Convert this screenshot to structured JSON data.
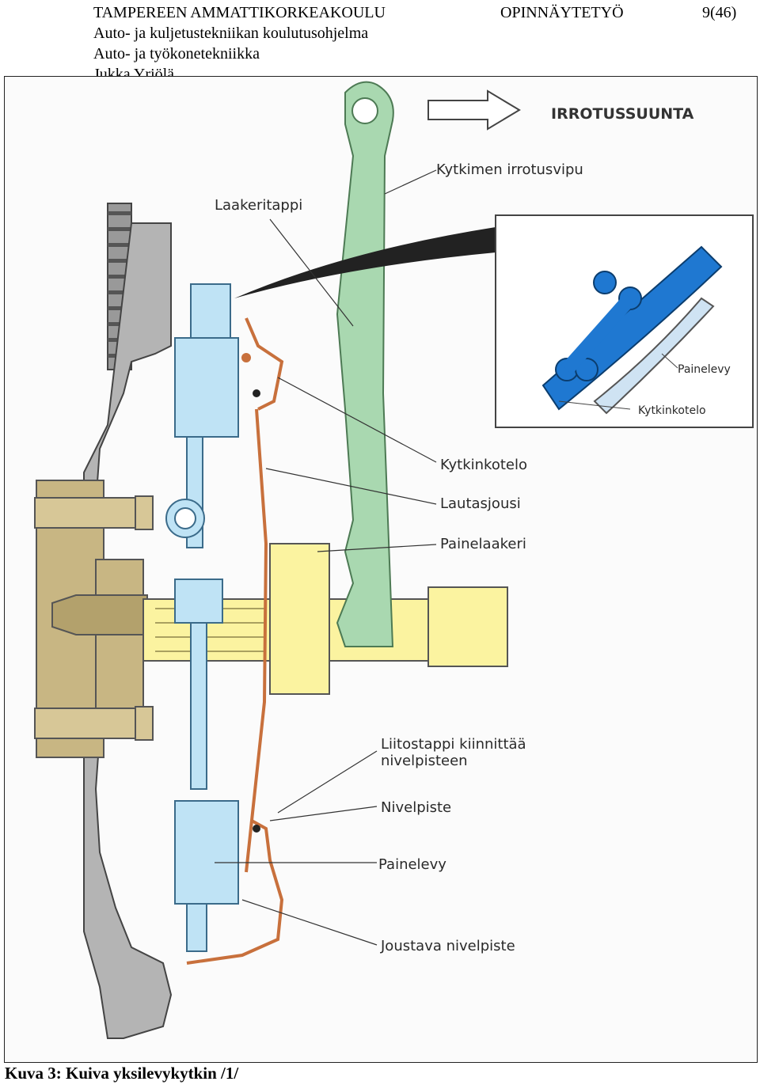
{
  "header": {
    "school": "TAMPEREEN AMMATTIKORKEAKOULU",
    "doc_type": "OPINNÄYTETYÖ",
    "page": "9(46)",
    "program": "Auto- ja kuljetustekniikan koulutusohjelma",
    "specialization": "Auto- ja työkonetekniikka",
    "author": "Jukka Yrjölä"
  },
  "figure": {
    "direction_label": "IRROTUSSUUNTA",
    "labels": {
      "release_lever": "Kytkimen irrotusvipu",
      "bearing_pin": "Laakeritappi",
      "clutch_housing": "Kytkinkotelo",
      "diaphragm_spring": "Lautasjousi",
      "release_bearing": "Painelaakeri",
      "rivet_line1": "Liitostappi kiinnittää",
      "rivet_line2": "nivelpisteen",
      "pivot_point": "Nivelpiste",
      "pressure_plate": "Painelevy",
      "flexible_pivot": "Joustava nivelpiste"
    },
    "inset": {
      "pressure_plate": "Painelevy",
      "clutch_housing": "Kytkinkotelo"
    },
    "colors": {
      "lever": "#a9d8b0",
      "shaft": "#fbf3a0",
      "pressure_parts": "#bfe3f5",
      "inset_blue": "#1f78d1",
      "diaphragm": "#c8703c",
      "flywheel": "#b4b4b4",
      "bolts": "#c8b683"
    }
  },
  "caption": "Kuva 3: Kuiva yksilevykytkin /1/"
}
